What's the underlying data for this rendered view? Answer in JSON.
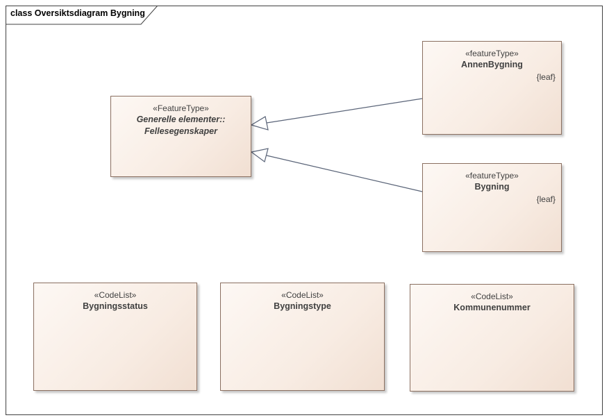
{
  "diagram": {
    "title": "class Oversiktsdiagram Bygning"
  },
  "classes": {
    "fellesegenskaper": {
      "stereotype": "«FeatureType»",
      "name_line1": "Generelle elementer::",
      "name_line2": "Fellesegenskaper"
    },
    "annen_bygning": {
      "stereotype": "«featureType»",
      "name": "AnnenBygning",
      "tag": "{leaf}"
    },
    "bygning": {
      "stereotype": "«featureType»",
      "name": "Bygning",
      "tag": "{leaf}"
    },
    "bygningsstatus": {
      "stereotype": "«CodeList»",
      "name": "Bygningsstatus"
    },
    "bygningstype": {
      "stereotype": "«CodeList»",
      "name": "Bygningstype"
    },
    "kommunenummer": {
      "stereotype": "«CodeList»",
      "name": "Kommunenummer"
    }
  },
  "relations": [
    {
      "type": "generalization",
      "from": "AnnenBygning",
      "to": "Fellesegenskaper"
    },
    {
      "type": "generalization",
      "from": "Bygning",
      "to": "Fellesegenskaper"
    }
  ],
  "colors": {
    "box_border": "#8a6f60",
    "box_fill_light": "#fdf8f4",
    "box_fill_dark": "#f1dfd2",
    "connector": "#5a6478",
    "text": "#404040"
  }
}
